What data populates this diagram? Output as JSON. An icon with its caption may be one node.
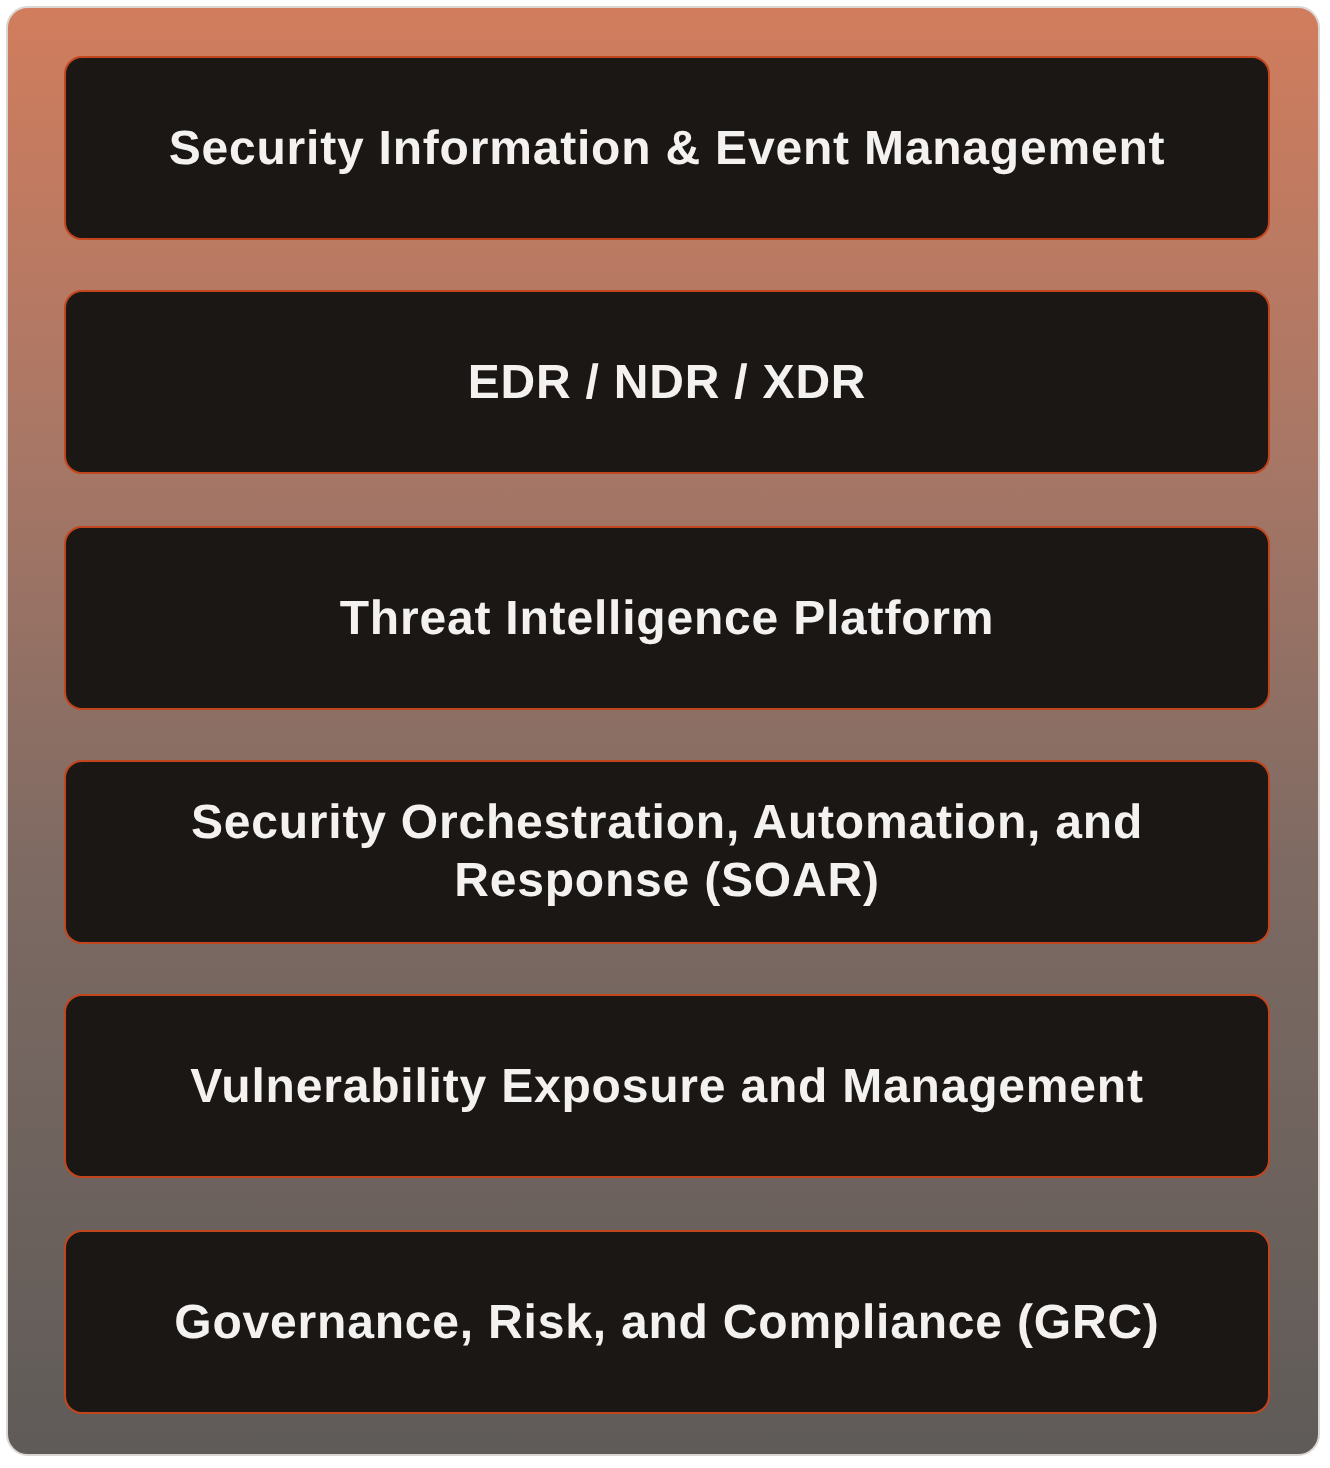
{
  "diagram": {
    "nodes": [
      {
        "text": [
          "Security Information & Event Management"
        ]
      },
      {
        "text": [
          "EDR / NDR / XDR"
        ]
      },
      {
        "text": [
          "Threat Intelligence Platform"
        ]
      },
      {
        "text": [
          "Security Orchestration, Automation, and Response (SOAR)"
        ]
      },
      {
        "text": [
          "Vulnerability Exposure and Management"
        ]
      },
      {
        "text": [
          "Governance, Risk, and Compliance (GRC)"
        ]
      }
    ]
  }
}
